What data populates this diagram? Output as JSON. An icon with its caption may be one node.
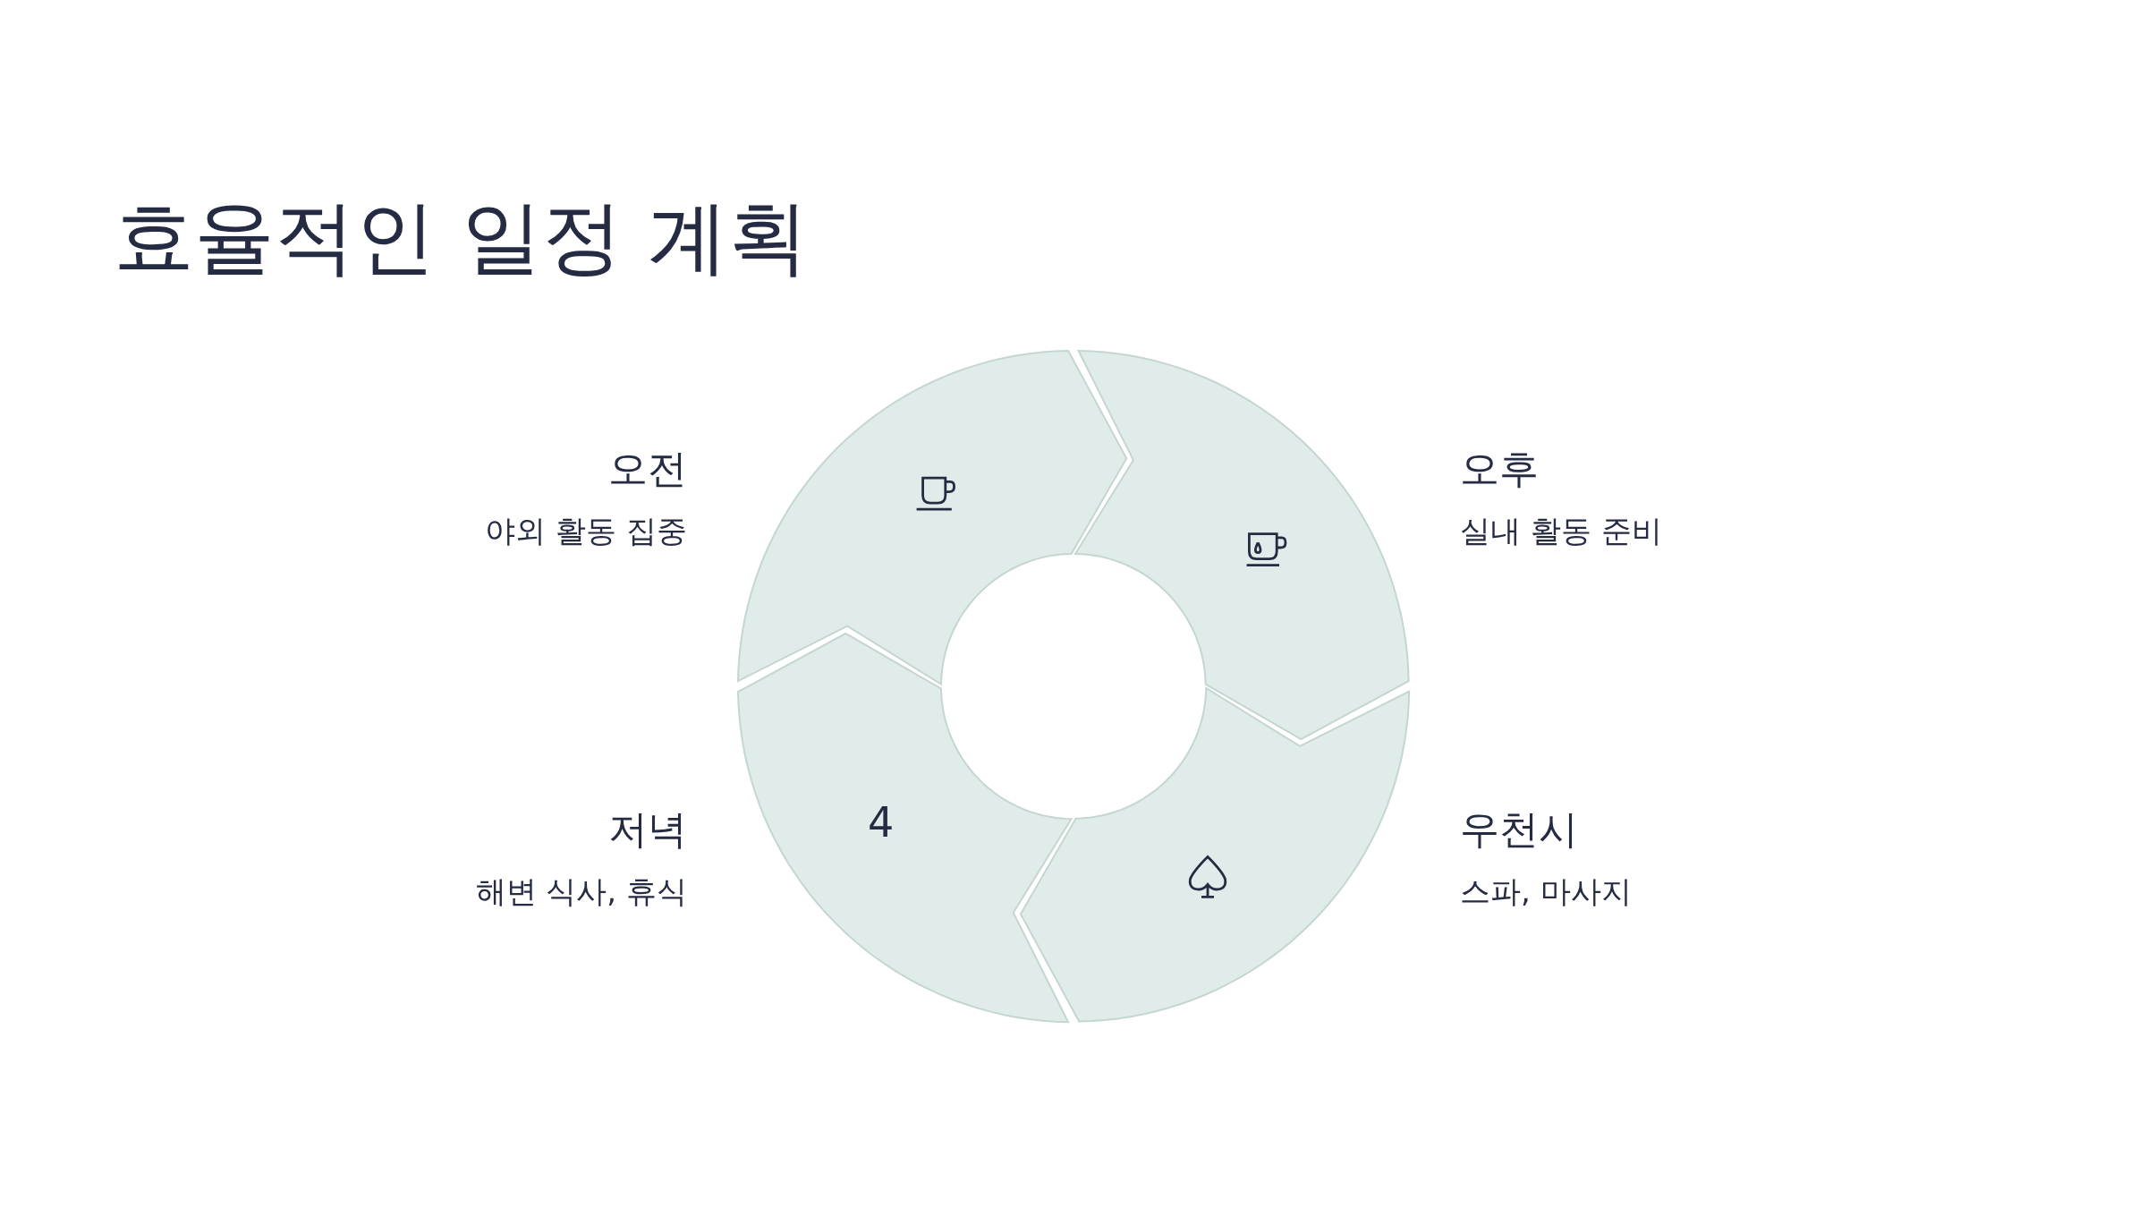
{
  "diagram": {
    "title": "효율적인 일정 계획",
    "nodes": [
      {
        "text": [],
        "shape": "arc",
        "beside": [
          "오전",
          "야외 활동 집중"
        ]
      },
      {
        "text": [],
        "shape": "arc",
        "beside": [
          "오후",
          "실내 활동 준비"
        ]
      },
      {
        "text": [
          "4"
        ],
        "beside": [
          "저녁",
          "해변 식사, 휴식"
        ]
      },
      {
        "text": [],
        "shape": "arc",
        "beside": [
          "우천시",
          "스파, 마사지"
        ]
      }
    ]
  }
}
